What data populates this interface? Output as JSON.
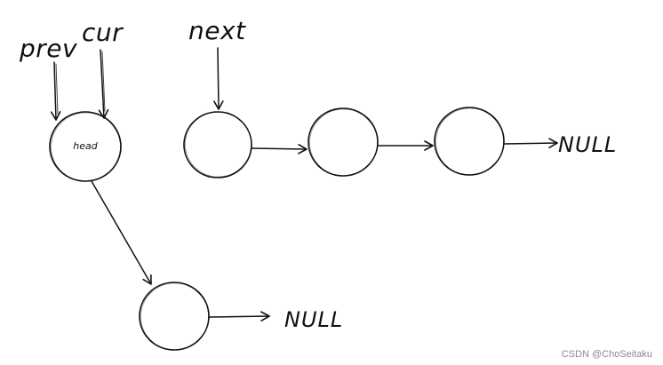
{
  "pointers": {
    "prev": "prev",
    "cur": "cur",
    "next": "next"
  },
  "nodes": {
    "head": "head"
  },
  "null_labels": {
    "top_null": "NULL",
    "bottom_null": "NULL"
  },
  "watermark": "CSDN @ChoSeitaku",
  "colors": {
    "stroke": "#111111",
    "watermark": "#8a8a8a"
  }
}
